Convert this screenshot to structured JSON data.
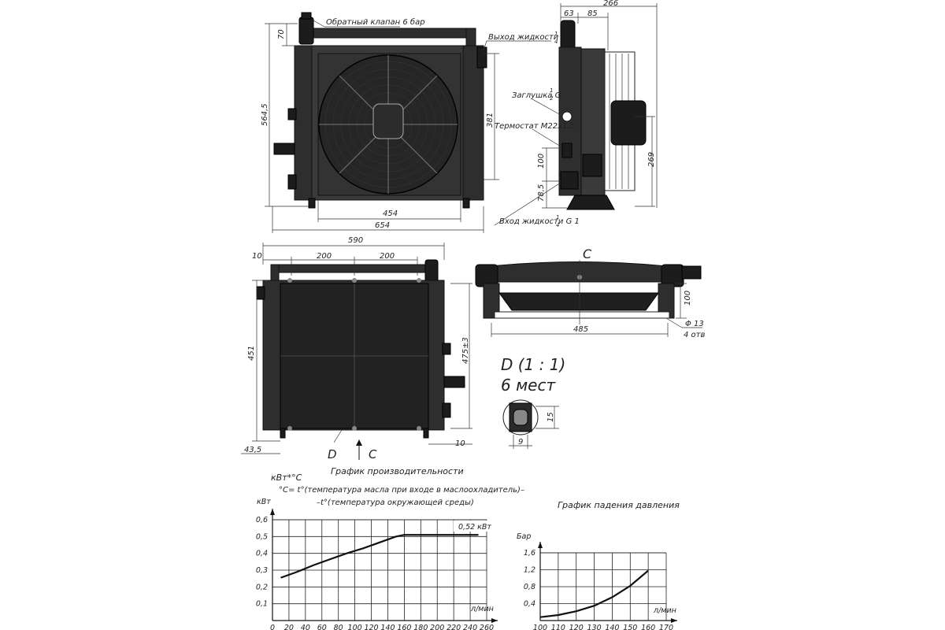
{
  "dims_top_front": {
    "d70": "70",
    "d5645": "564,5",
    "d454": "454",
    "d654": "654",
    "d381": "381",
    "check_valve": "Обратный клапан 6 бар",
    "outlet": "Выход жидкости G 1",
    "outlet_frac_n": "1",
    "outlet_frac_d": "4"
  },
  "dims_top_side": {
    "d266": "266",
    "d63": "63",
    "d85": "85",
    "d100": "100",
    "d785": "78,5",
    "d269": "269",
    "plug": "Заглушка G",
    "plug_n": "1",
    "plug_d": "2",
    "thermostat": "Термостат M22x1,5",
    "inlet": "Вход жидкости G 1",
    "inlet_n": "1",
    "inlet_d": "4"
  },
  "dims_back": {
    "d590": "590",
    "d10a": "10",
    "d200a": "200",
    "d200b": "200",
    "d451": "451",
    "d4753": "475±3",
    "d435": "43,5",
    "d10b": "10",
    "markD": "D",
    "markC": "C"
  },
  "dims_bottom": {
    "markC": "C",
    "d100": "100",
    "d485": "485",
    "hole": "Φ 13",
    "holes": "4 отв"
  },
  "detail_d": {
    "title1": "D (1 : 1)",
    "title2": "6 мест",
    "d15": "15",
    "d9": "9"
  },
  "perf_chart_header": {
    "title": "График производительности",
    "unit_line": "кВт*°С",
    "formula1": "°С= t°(температура масла при входе в маслоохладитель)–",
    "formula2": "–t°(температура окружающей среды)"
  },
  "pressure_chart_header": {
    "title": "График падения давления"
  },
  "chart_data": [
    {
      "type": "line",
      "ylabel": "кВт",
      "xlabel": "л/мин",
      "x_ticks": [
        "0",
        "20",
        "40",
        "60",
        "80",
        "100",
        "120",
        "140",
        "160",
        "180",
        "200",
        "220",
        "240",
        "260"
      ],
      "y_ticks": [
        "0,1",
        "0,2",
        "0,3",
        "0,4",
        "0,5",
        "0,6"
      ],
      "xlim": [
        0,
        260
      ],
      "ylim": [
        0,
        0.6
      ],
      "annotation": "0,52 кВт",
      "series": [
        {
          "x": [
            10,
            30,
            50,
            70,
            90,
            110,
            130,
            150,
            160,
            180,
            200,
            220,
            250
          ],
          "y": [
            0.255,
            0.29,
            0.33,
            0.365,
            0.4,
            0.43,
            0.465,
            0.5,
            0.51,
            0.51,
            0.51,
            0.51,
            0.51
          ]
        }
      ]
    },
    {
      "type": "line",
      "ylabel": "Бар",
      "xlabel": "л/мин",
      "x_ticks": [
        "100",
        "110",
        "120",
        "130",
        "140",
        "150",
        "160",
        "170"
      ],
      "y_ticks": [
        "0,4",
        "0,8",
        "1,2",
        "1,6"
      ],
      "xlim": [
        100,
        170
      ],
      "ylim": [
        0,
        1.6
      ],
      "series": [
        {
          "x": [
            100,
            110,
            120,
            130,
            140,
            150,
            160
          ],
          "y": [
            0.08,
            0.13,
            0.22,
            0.35,
            0.55,
            0.82,
            1.18
          ]
        }
      ]
    }
  ]
}
